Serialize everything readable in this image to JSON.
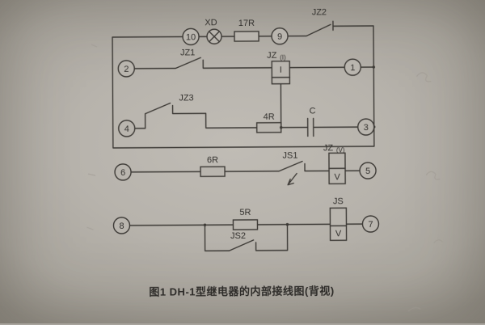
{
  "colors": {
    "paper": "#b7b3ac",
    "ink": "#3d3a36"
  },
  "caption": "图1 DH-1型继电器的内部接线图(背视)",
  "terminals": {
    "t1": "1",
    "t2": "2",
    "t3": "3",
    "t4": "4",
    "t5": "5",
    "t6": "6",
    "t7": "7",
    "t8": "8",
    "t9": "9",
    "t10": "10"
  },
  "components": {
    "lamp": "XD",
    "r17": "17R",
    "jz2": "JZ2",
    "jz1": "JZ1",
    "jz3": "JZ3",
    "jz_current_name": "JZ",
    "jz_current_sub": "(I)",
    "jz_current_core": "I",
    "r4": "4R",
    "cap": "C",
    "r6": "6R",
    "js1": "JS1",
    "jz_voltage_name": "JZ",
    "jz_voltage_sub": "(V)",
    "jz_voltage_core": "V",
    "r5": "5R",
    "js2": "JS2",
    "js_name": "JS",
    "js_core": "V"
  }
}
